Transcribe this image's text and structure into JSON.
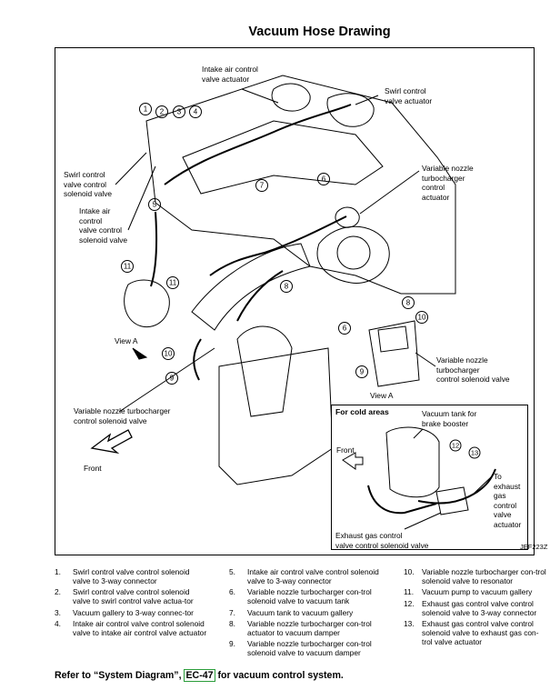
{
  "title": "Vacuum Hose Drawing",
  "callouts": {
    "intake_air_actuator": "Intake air control\nvalve actuator",
    "swirl_actuator": "Swirl control\nvalve actuator",
    "vnt_actuator": "Variable nozzle\nturbocharger\ncontrol\nactuator",
    "swirl_solenoid": "Swirl control\nvalve control\nsolenoid valve",
    "intake_air_solenoid": "Intake air\ncontrol\nvalve control\nsolenoid valve",
    "view_a_arrow": "View A",
    "view_a_caption": "View A",
    "vnt_solenoid_left": "Variable nozzle turbocharger\ncontrol solenoid valve",
    "vnt_solenoid_right": "Variable nozzle\nturbocharger\ncontrol solenoid valve",
    "front": "Front"
  },
  "inset": {
    "title": "For cold areas",
    "vacuum_tank": "Vacuum tank for\nbrake booster",
    "front": "Front",
    "to_exhaust": "To\nexhaust\ngas\ncontrol\nvalve\nactuator",
    "exhaust_solenoid": "Exhaust gas control\nvalve control solenoid valve"
  },
  "figure_code": "JEF223Z",
  "numbers": [
    "1",
    "2",
    "3",
    "4",
    "5",
    "6",
    "7",
    "8",
    "9",
    "10",
    "11",
    "12",
    "13"
  ],
  "legend": {
    "col1": [
      {
        "num": "1.",
        "text": "Swirl control valve control solenoid valve to 3-way connector"
      },
      {
        "num": "2.",
        "text": "Swirl control valve control solenoid valve to swirl control valve actua-tor"
      },
      {
        "num": "3.",
        "text": "Vacuum gallery to 3-way connec-tor"
      },
      {
        "num": "4.",
        "text": "Intake air control valve control solenoid valve to intake air control valve actuator"
      }
    ],
    "col2": [
      {
        "num": "5.",
        "text": "Intake air control valve control solenoid valve to 3-way connector"
      },
      {
        "num": "6.",
        "text": "Variable nozzle turbocharger con-trol solenoid valve to vacuum tank"
      },
      {
        "num": "7.",
        "text": "Vacuum tank to vacuum gallery"
      },
      {
        "num": "8.",
        "text": "Variable nozzle turbocharger con-trol actuator to vacuum damper"
      },
      {
        "num": "9.",
        "text": "Variable nozzle turbocharger con-trol solenoid valve to vacuum damper"
      }
    ],
    "col3": [
      {
        "num": "10.",
        "text": "Variable nozzle turbocharger con-trol solenoid valve to resonator"
      },
      {
        "num": "11.",
        "text": "Vacuum pump to vacuum gallery"
      },
      {
        "num": "12.",
        "text": "Exhaust gas control valve control solenoid valve to 3-way connector"
      },
      {
        "num": "13.",
        "text": "Exhaust gas control valve control solenoid valve to exhaust gas con-trol valve actuator"
      }
    ]
  },
  "footer": {
    "prefix": "Refer to “System Diagram”, ",
    "link": "EC-47",
    "suffix": " for vacuum control system."
  }
}
